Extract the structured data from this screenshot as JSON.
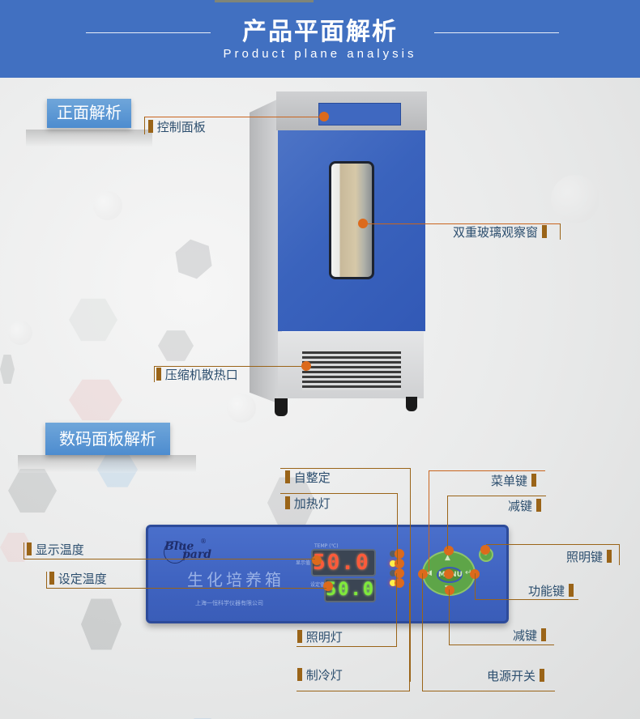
{
  "header": {
    "title": "产品平面解析",
    "subtitle": "Product plane analysis",
    "background_color": "#4170c1"
  },
  "front_section": {
    "tag": "正面解析",
    "callouts": {
      "control_panel": "控制面板",
      "observation_window": "双重玻璃观察窗",
      "compressor_vent": "压缩机散热口"
    }
  },
  "panel_section": {
    "tag": "数码面板解析",
    "panel": {
      "brand_top": "Blue",
      "brand_bottom": "pard",
      "registered": "®",
      "title": "生化培养箱",
      "company": "上海一恒科学仪器有限公司",
      "temp_caption": "TEMP (℃)",
      "display_caption": "显示值",
      "set_caption": "设定值",
      "display_temp": "50.0",
      "set_temp": "50.0",
      "menu_key": "MENU"
    },
    "callouts": {
      "self_tuning": "自整定",
      "heating_lamp": "加热灯",
      "display_temp": "显示温度",
      "set_temp": "设定温度",
      "lighting_lamp": "照明灯",
      "cooling_lamp": "制冷灯",
      "menu_key": "菜单键",
      "decrease_key_top": "减键",
      "lighting_key": "照明键",
      "function_key": "功能键",
      "decrease_key_bottom": "减键",
      "power_switch": "电源开关"
    }
  },
  "colors": {
    "accent_blue": "#4170c1",
    "callout_brown": "#9a6418",
    "callout_orange": "#dc6a1c",
    "label_text": "#2c4e6e"
  }
}
